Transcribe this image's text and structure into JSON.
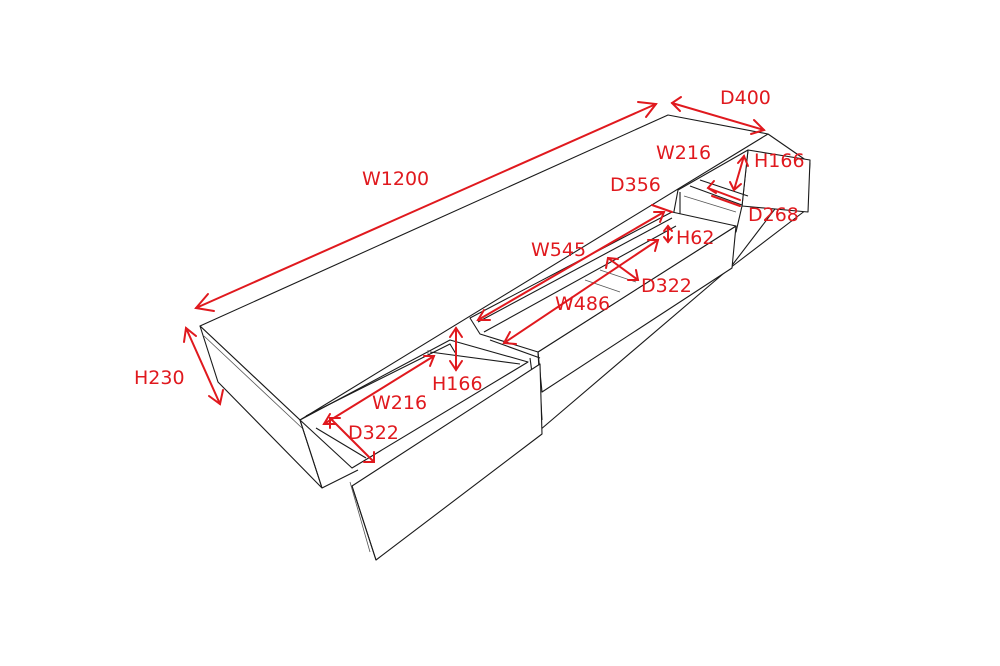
{
  "colors": {
    "dimension": "#e0191e",
    "outline": "#1a1a1a",
    "background": "#ffffff"
  },
  "dimensions": {
    "overall_width": "W1200",
    "overall_depth": "D400",
    "overall_height": "H230",
    "right_drawer_width": "W216",
    "right_drawer_height": "H166",
    "right_drawer_depth": "D268",
    "center_open_depth": "D356",
    "center_open_width": "W545",
    "center_tray_height": "H62",
    "center_drawer_width": "W486",
    "center_drawer_depth": "D322",
    "left_drawer_height": "H166",
    "left_drawer_width": "W216",
    "left_drawer_depth": "D322"
  }
}
